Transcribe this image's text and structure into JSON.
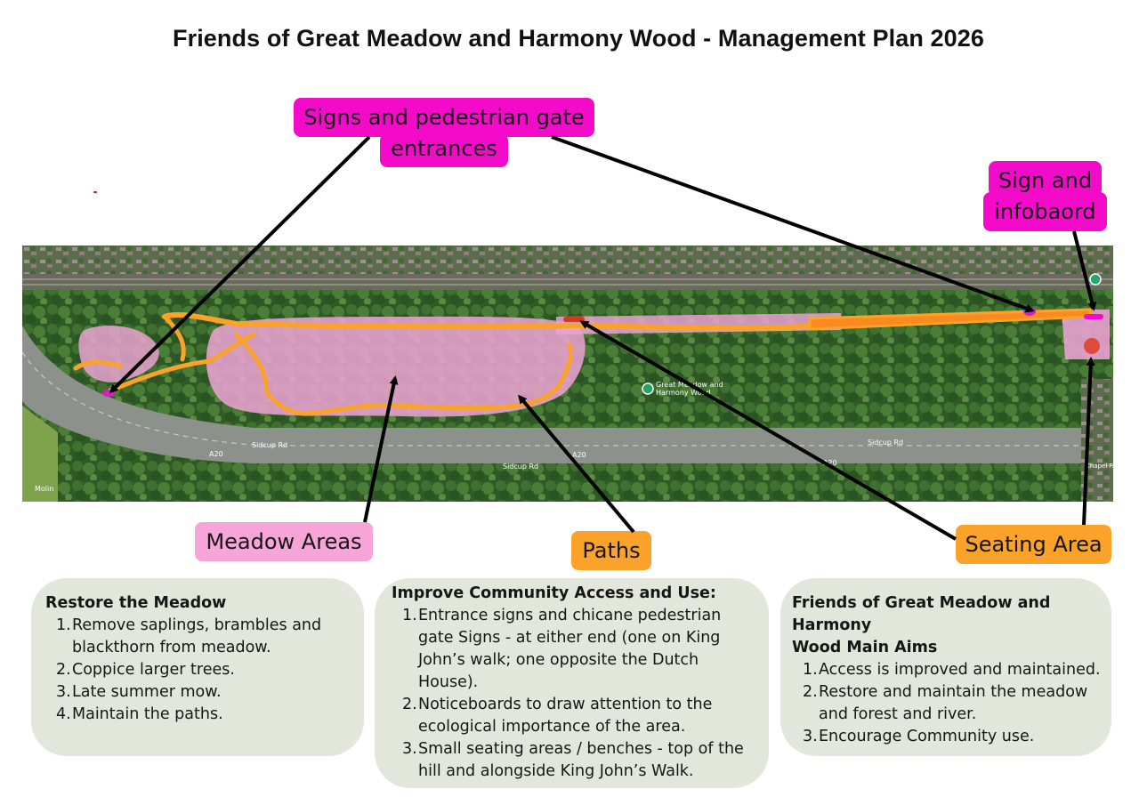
{
  "title": "Friends of Great Meadow and Harmony Wood -  Management Plan 2026",
  "callouts": {
    "signs_gates_line1": "Signs and pedestrian gate",
    "signs_gates_line2": "entrances",
    "sign_info_line1": "Sign and",
    "sign_info_line2": "infobaord",
    "meadow_areas": "Meadow Areas",
    "paths": "Paths",
    "seating_area": "Seating Area"
  },
  "map": {
    "place_label_line1": "Great Meadow and",
    "place_label_line2": "Harmony Wood",
    "roads": [
      "Sidcup Rd",
      "A20",
      "Sidcup Rd",
      "A20",
      "Sidcup Rd",
      "A20",
      "Molin",
      "Chapel Rd"
    ]
  },
  "cards": {
    "restore": {
      "heading": "Restore the Meadow",
      "items": [
        {
          "num": "1.",
          "text": "Remove saplings, brambles and",
          "cont": "blackthorn from meadow."
        },
        {
          "num": "2.",
          "text": "Coppice larger trees.",
          "cont": ""
        },
        {
          "num": "3.",
          "text": "Late summer mow.",
          "cont": ""
        },
        {
          "num": "4.",
          "text": "Maintain the paths.",
          "cont": ""
        }
      ]
    },
    "access": {
      "heading": "Improve Community Access and Use:",
      "items": [
        {
          "num": "1.",
          "lines": [
            "Entrance signs and chicane pedestrian",
            "gate Signs - at either end (one on King",
            "John’s walk; one opposite the Dutch",
            "House)."
          ]
        },
        {
          "num": "2.",
          "lines": [
            "Noticeboards to draw attention to the",
            "ecological importance of the area."
          ]
        },
        {
          "num": "3.",
          "lines": [
            "Small seating areas / benches - top of the",
            "hill and alongside King John’s Walk."
          ]
        }
      ]
    },
    "aims": {
      "heading_line1": "Friends of Great Meadow and Harmony",
      "heading_line2": "Wood Main Aims",
      "items": [
        {
          "num": "1.",
          "lines": [
            "Access is improved and maintained."
          ]
        },
        {
          "num": "2.",
          "lines": [
            "Restore and maintain the meadow",
            "and forest and river."
          ]
        },
        {
          "num": "3.",
          "lines": [
            "Encourage Community use."
          ]
        }
      ]
    }
  },
  "colors": {
    "signs": "#f40bc9",
    "meadow": "#f7a4d9",
    "paths": "#fba22b",
    "card": "#e2e6db",
    "arrow": "#000000"
  }
}
